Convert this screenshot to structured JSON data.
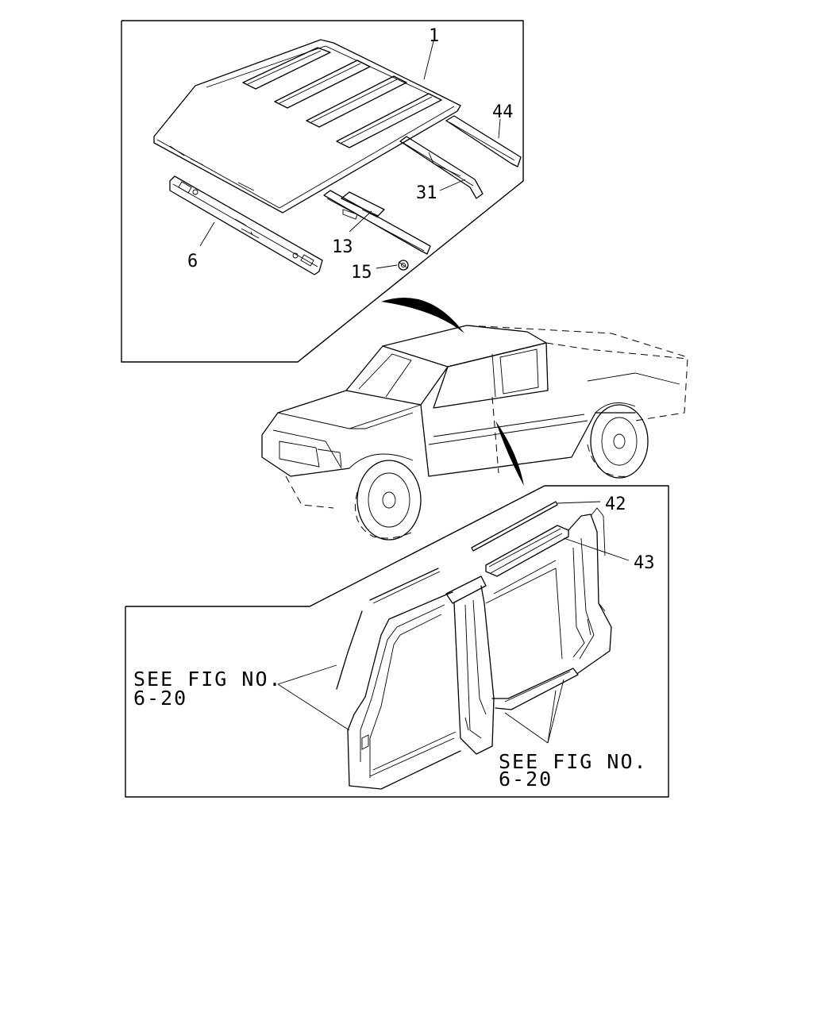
{
  "callouts": {
    "roof_panel": "1",
    "header_rail": "6",
    "bracket": "13",
    "clip": "15",
    "roof_bow": "31",
    "rear_rail": "44",
    "drip_molding": "42",
    "side_rail_reinforcement": "43"
  },
  "notes": {
    "left": {
      "line1": "SEE FIG NO.",
      "line2": "6-20"
    },
    "right": {
      "line1": "SEE FIG NO.",
      "line2": "6-20"
    }
  }
}
